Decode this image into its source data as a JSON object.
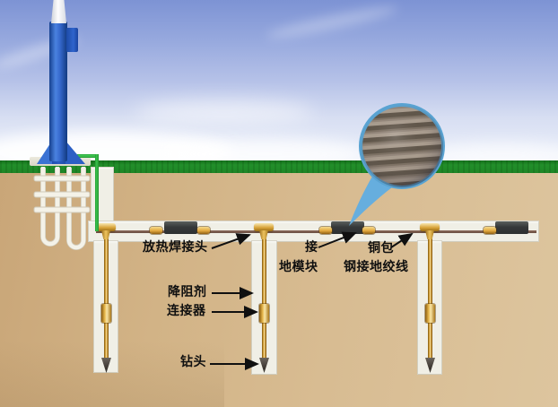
{
  "diagram": {
    "title_hint": "grounding-system-cutaway",
    "labels": {
      "weld_joint": "放热焊接头",
      "ground_module_line1": "接",
      "ground_module_line2": "地模块",
      "copper_clad_line1": "铜包",
      "copper_clad_line2": "钢接地绞线",
      "resistance_reducer": "降阻剂",
      "connector": "连接器",
      "drill_bit": "钻头"
    },
    "colors": {
      "sky_top": "#7d93d4",
      "sky_horizon": "#eef2fb",
      "grass_green": "#1e8526",
      "soil_tan": "#d8bc92",
      "trench_fill": "#f0efe6",
      "conductor_copper": "#7b5c4e",
      "brass_gold": "#d8a43a",
      "module_dark": "#36393a",
      "down_lead_green": "#3cc44d",
      "mast_blue": "#3568cc",
      "magnifier_ring": "#59a3d2",
      "strand_gray": "#93867a"
    }
  }
}
